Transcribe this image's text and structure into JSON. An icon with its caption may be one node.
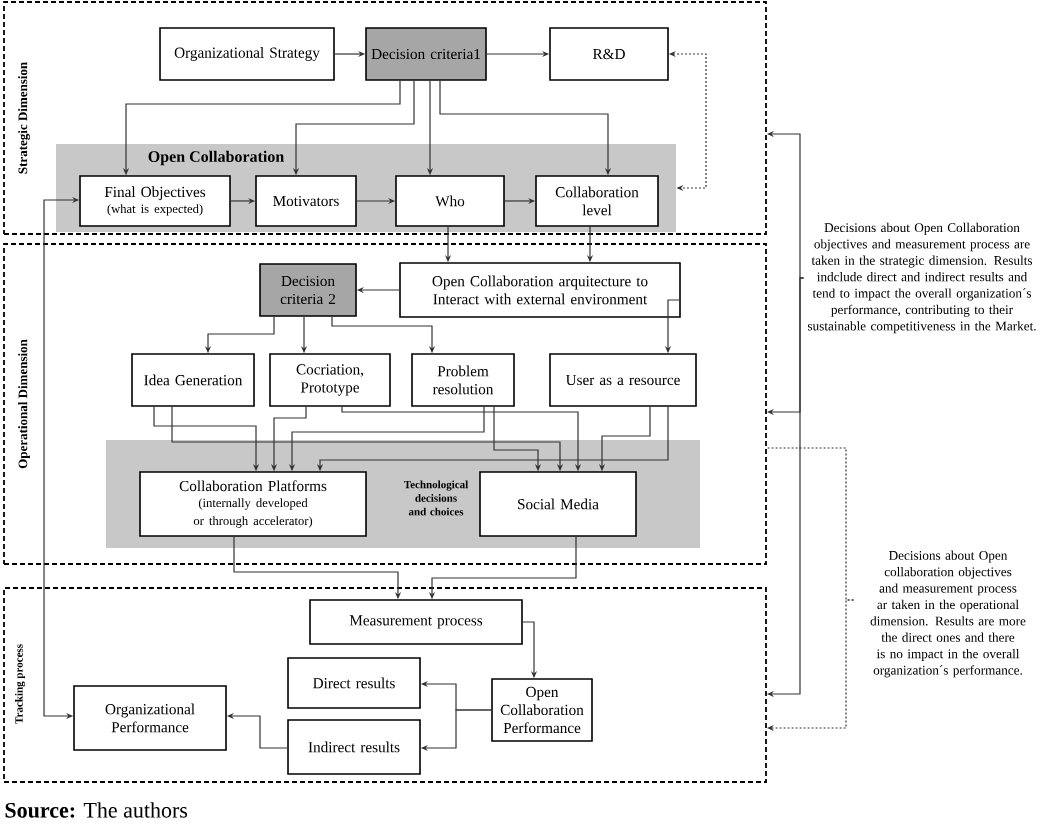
{
  "diagram": {
    "caption": "**Source:** The authors",
    "nodes": [
      {
        "text": [
          "Strategic Dimension"
        ]
      },
      {
        "text": [
          "Organizational Strategy"
        ],
        "in": 0
      },
      {
        "text": [
          "Decision criteria1"
        ],
        "in": 0
      },
      {
        "text": [
          "R&D"
        ],
        "in": 0
      },
      {
        "text": [
          "Open Collaboration"
        ],
        "in": 0
      },
      {
        "text": [
          "Final Objectives",
          "(what is expected)"
        ],
        "in": 4
      },
      {
        "text": [
          "Motivators"
        ],
        "in": 4
      },
      {
        "text": [
          "Who"
        ],
        "in": 4
      },
      {
        "text": [
          "Collaboration level"
        ],
        "in": 4
      },
      {
        "text": [
          "Operational Dimension"
        ]
      },
      {
        "text": [
          "Decision criteria 2"
        ],
        "in": 9
      },
      {
        "text": [
          "Open Collaboration arquitecture to Interact with external environment"
        ],
        "in": 9
      },
      {
        "text": [
          "Idea Generation"
        ],
        "in": 9
      },
      {
        "text": [
          "Cocriation, Prototype"
        ],
        "in": 9
      },
      {
        "text": [
          "Problem resolution"
        ],
        "in": 9
      },
      {
        "text": [
          "User as a resource"
        ],
        "in": 9
      },
      {
        "text": [
          "Technological decisions and choices"
        ],
        "in": 9
      },
      {
        "text": [
          "Collaboration Platforms",
          "(internally developed or through accelerator)"
        ],
        "in": 16
      },
      {
        "text": [
          "Social Media"
        ],
        "in": 16
      },
      {
        "text": [
          "Tracking process"
        ]
      },
      {
        "text": [
          "Measurement process"
        ],
        "in": 19
      },
      {
        "text": [
          "Open Collaboration Performance"
        ],
        "in": 19
      },
      {
        "text": [
          "Direct results"
        ],
        "in": 19
      },
      {
        "text": [
          "Indirect results"
        ],
        "in": 19
      },
      {
        "text": [
          "Organizational Performance"
        ],
        "in": 19
      },
      {
        "text": [
          "Decisions about Open Collaboration objectives and measurement process are taken in the strategic dimension. Results indclude direct and indirect results and tend to impact the overall organization´s performance, contributing to their sustainable competitiveness in the Market."
        ]
      },
      {
        "text": [
          "Decisions about Open collaboration objectives and measurement process ar taken in the operational dimension. Results are more the direct ones and there is no impact in the overall organization´s performance."
        ]
      }
    ],
    "edges": [
      {
        "from": 1,
        "to": 2,
        "arrow": "to"
      },
      {
        "from": 2,
        "to": 3,
        "arrow": "to"
      },
      {
        "from": 2,
        "to": 5,
        "arrow": "to"
      },
      {
        "from": 2,
        "to": 6,
        "arrow": "to"
      },
      {
        "from": 2,
        "to": 7,
        "arrow": "to"
      },
      {
        "from": 2,
        "to": 8,
        "arrow": "to"
      },
      {
        "from": 3,
        "to": 4,
        "arrow": "both",
        "style": "dashed"
      },
      {
        "from": 5,
        "to": 6,
        "arrow": "to"
      },
      {
        "from": 6,
        "to": 7,
        "arrow": "to"
      },
      {
        "from": 7,
        "to": 8,
        "arrow": "to"
      },
      {
        "from": 7,
        "to": 11,
        "arrow": "to"
      },
      {
        "from": 8,
        "to": 11,
        "arrow": "to"
      },
      {
        "from": 11,
        "to": 10,
        "arrow": "to"
      },
      {
        "from": 11,
        "to": 15,
        "arrow": "to"
      },
      {
        "from": 10,
        "to": 12,
        "arrow": "to"
      },
      {
        "from": 10,
        "to": 13,
        "arrow": "to"
      },
      {
        "from": 10,
        "to": 14,
        "arrow": "to"
      },
      {
        "from": 12,
        "to": 17,
        "arrow": "to"
      },
      {
        "from": 12,
        "to": 18,
        "arrow": "to"
      },
      {
        "from": 13,
        "to": 17,
        "arrow": "to"
      },
      {
        "from": 13,
        "to": 18,
        "arrow": "to"
      },
      {
        "from": 14,
        "to": 17,
        "arrow": "to"
      },
      {
        "from": 14,
        "to": 18,
        "arrow": "to"
      },
      {
        "from": 15,
        "to": 17,
        "arrow": "to"
      },
      {
        "from": 15,
        "to": 18,
        "arrow": "to"
      },
      {
        "from": 17,
        "to": 20,
        "arrow": "to"
      },
      {
        "from": 18,
        "to": 20,
        "arrow": "to"
      },
      {
        "from": 20,
        "to": 21,
        "arrow": "to"
      },
      {
        "from": 21,
        "to": 22,
        "arrow": "to"
      },
      {
        "from": 21,
        "to": 23,
        "arrow": "to"
      },
      {
        "from": 23,
        "to": 24,
        "arrow": "to"
      },
      {
        "from": 24,
        "to": 5,
        "arrow": "both"
      },
      {
        "from": 25,
        "to": 0,
        "arrow": "to"
      },
      {
        "from": 25,
        "to": 9,
        "arrow": "to"
      },
      {
        "from": 25,
        "to": 19,
        "arrow": "to"
      },
      {
        "from": 26,
        "to": 9,
        "arrow": "none",
        "style": "dashed"
      },
      {
        "from": 26,
        "to": 19,
        "arrow": "to",
        "style": "dashed"
      }
    ]
  }
}
